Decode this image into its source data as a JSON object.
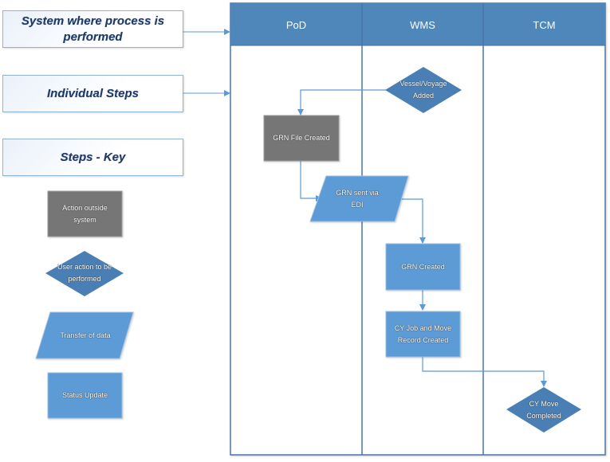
{
  "legend": {
    "system_label": "System where process is performed",
    "steps_label": "Individual Steps",
    "key_label": "Steps - Key",
    "key_items": [
      {
        "shape": "rectangle-gray",
        "label": "Action outside system"
      },
      {
        "shape": "diamond",
        "label": "User action to be performed"
      },
      {
        "shape": "parallelogram",
        "label": "Transfer of data"
      },
      {
        "shape": "rectangle-blue",
        "label": "Status Update"
      }
    ]
  },
  "lanes": [
    {
      "name": "PoD"
    },
    {
      "name": "WMS"
    },
    {
      "name": "TCM"
    }
  ],
  "steps": [
    {
      "id": "vessel",
      "lane": "WMS",
      "shape": "diamond",
      "label": "Vessel/Voyage Added"
    },
    {
      "id": "grn-file",
      "lane": "PoD",
      "shape": "rectangle-gray",
      "label": "GRN File Created"
    },
    {
      "id": "grn-sent",
      "lane": "PoD",
      "shape": "parallelogram",
      "label": "GRN sent via EDI"
    },
    {
      "id": "grn-created",
      "lane": "WMS",
      "shape": "rectangle-blue",
      "label": "GRN Created"
    },
    {
      "id": "cy-job",
      "lane": "WMS",
      "shape": "rectangle-blue",
      "label": "CY Job and Move Record Created"
    },
    {
      "id": "cy-move",
      "lane": "TCM",
      "shape": "diamond",
      "label": "CY Move Completed"
    }
  ],
  "colors": {
    "lane_header": "#4f87bb",
    "lane_border": "#4a76a8",
    "connector": "#5b9bd5",
    "gray_step": "#767676",
    "blue_step": "#5b9bd5",
    "diamond_step": "#4a7fb5"
  }
}
